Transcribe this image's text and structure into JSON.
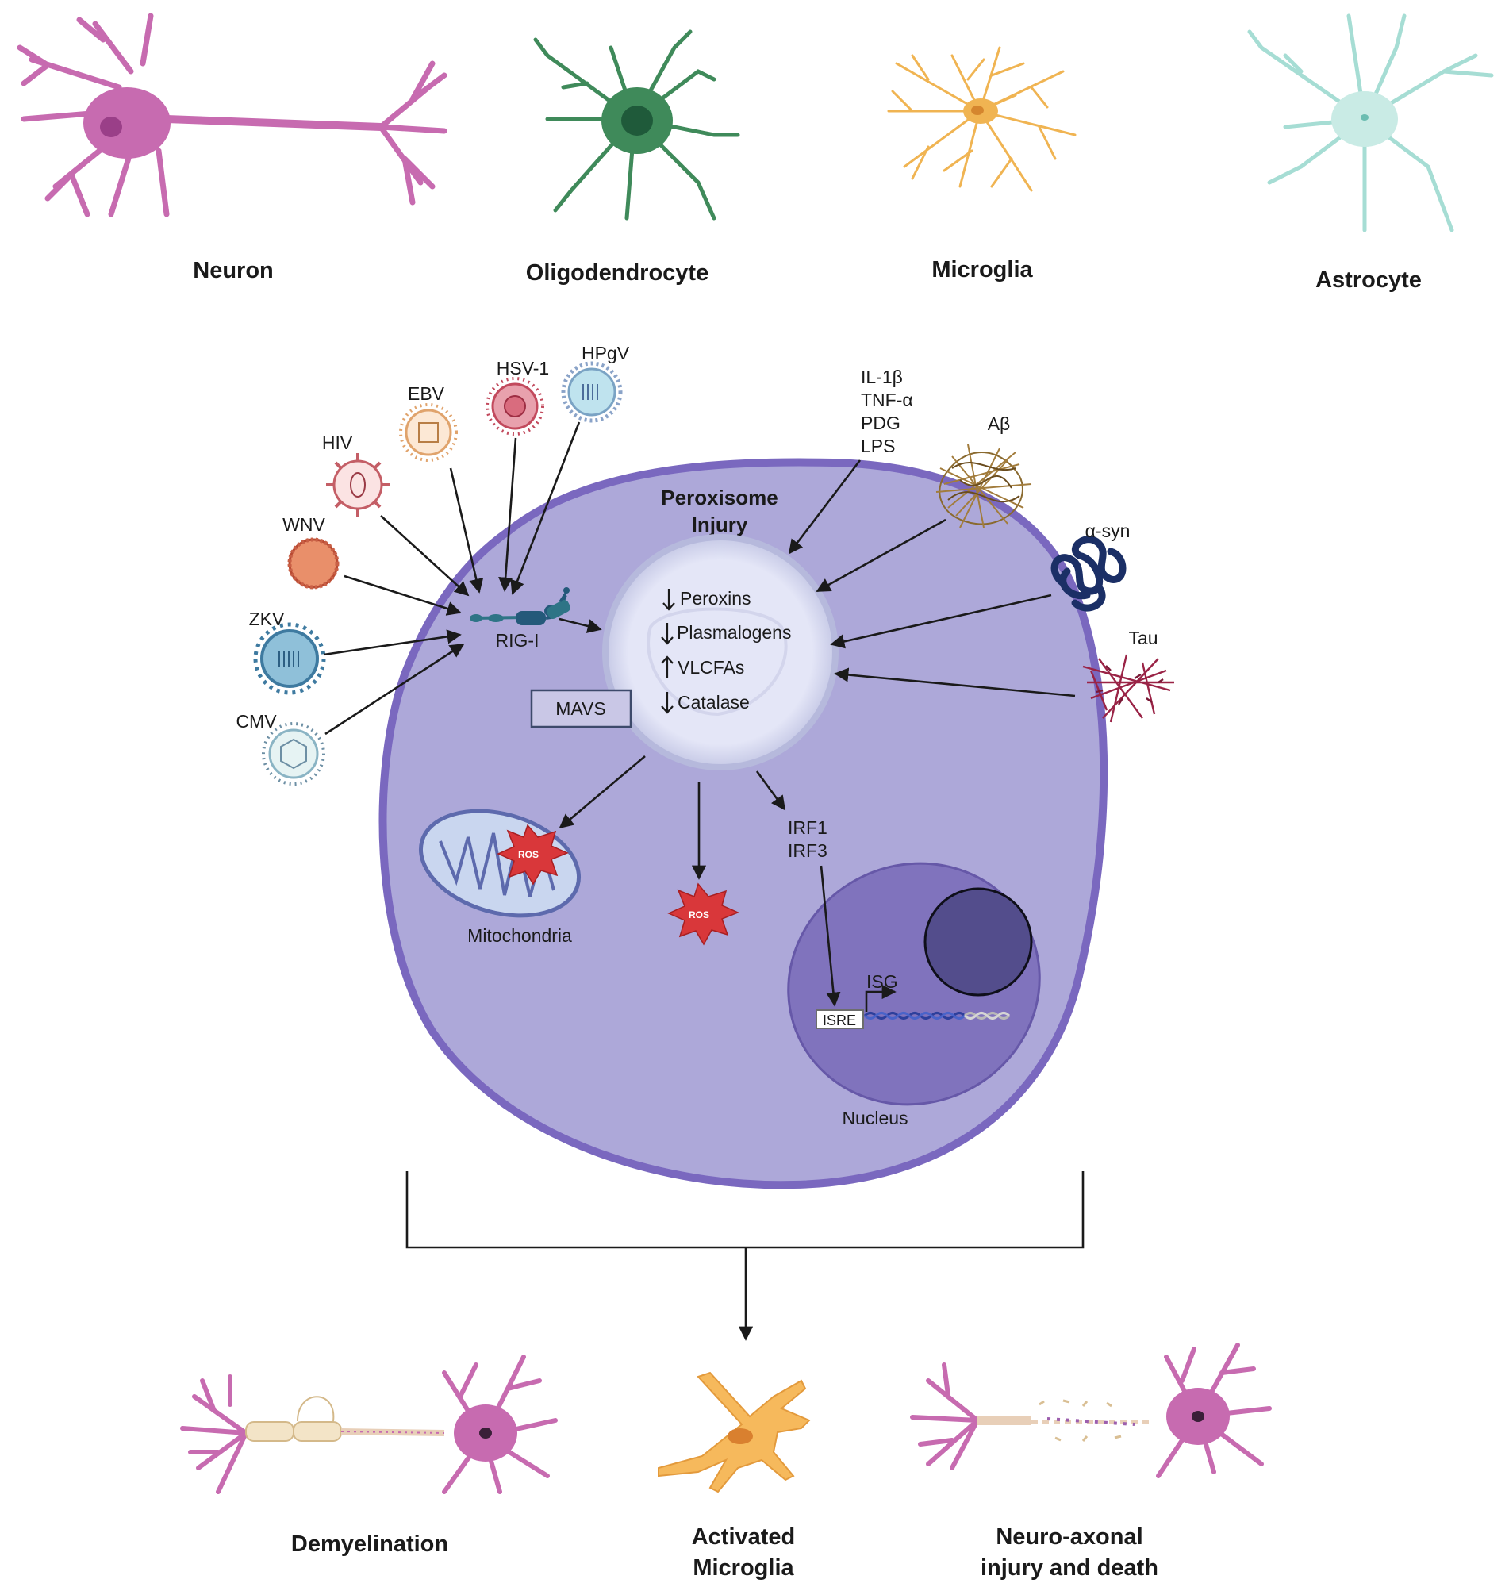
{
  "cell_types": {
    "neuron": "Neuron",
    "oligodendrocyte": "Oligodendrocyte",
    "microglia": "Microglia",
    "astrocyte": "Astrocyte"
  },
  "viruses": {
    "hpgv": "HPgV",
    "hsv1": "HSV-1",
    "ebv": "EBV",
    "hiv": "HIV",
    "wnv": "WNV",
    "zkv": "ZKV",
    "cmv": "CMV"
  },
  "stimuli": {
    "cytokines": [
      "IL-1β",
      "TNF-α",
      "PDG",
      "LPS"
    ],
    "abeta": "Aβ",
    "asyn": "α-syn",
    "tau": "Tau"
  },
  "cell": {
    "title_line1": "Peroxisome",
    "title_line2": "Injury",
    "rig": "RIG-I",
    "mavs": "MAVS",
    "peroxisome_items": [
      {
        "label": "Peroxins",
        "direction": "down"
      },
      {
        "label": "Plasmalogens",
        "direction": "down"
      },
      {
        "label": "VLCFAs",
        "direction": "up"
      },
      {
        "label": "Catalase",
        "direction": "down"
      }
    ],
    "ros": "ROS",
    "mitochondria": "Mitochondria",
    "irf1": "IRF1",
    "irf3": "IRF3",
    "isg": "ISG",
    "isre": "ISRE",
    "nucleus": "Nucleus"
  },
  "outcomes": {
    "demyelination": "Demyelination",
    "activated_line1": "Activated",
    "activated_line2": "Microglia",
    "injury_line1": "Neuro-axonal",
    "injury_line2": "injury and death"
  },
  "colors": {
    "neuron": "#c76bb0",
    "oligodendrocyte": "#3f8a5a",
    "microglia": "#f0b452",
    "astrocyte": "#a6ddd4",
    "cell_fill": "#ada8d9",
    "cell_border": "#7a68bf",
    "nucleus_fill": "#8073bd",
    "nucleolus_fill": "#534d8c",
    "ros": "#d9373a"
  }
}
